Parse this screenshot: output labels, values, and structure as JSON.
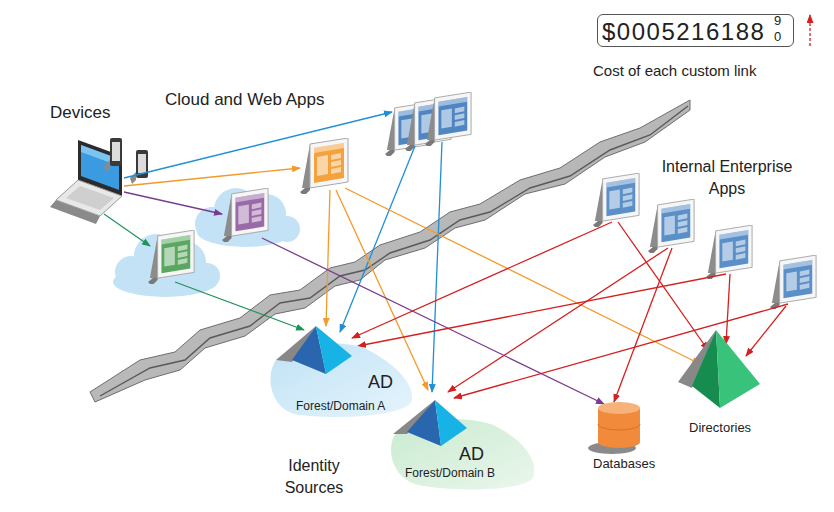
{
  "diagram": {
    "nodes": [
      {
        "text": [
          "$0005216188",
          "9",
          "0",
          "Cost of each custom link"
        ]
      },
      {
        "text": [
          "AD",
          "Forest/Domain A"
        ]
      },
      {
        "text": [
          "AD",
          "Forest/Domain B"
        ]
      },
      {
        "text": [
          "Databases"
        ]
      },
      {
        "text": [
          "Directories"
        ]
      }
    ],
    "labels": [
      "Devices",
      "Cloud and Web Apps",
      "Internal Enterprise Apps",
      "Identity Sources"
    ]
  }
}
